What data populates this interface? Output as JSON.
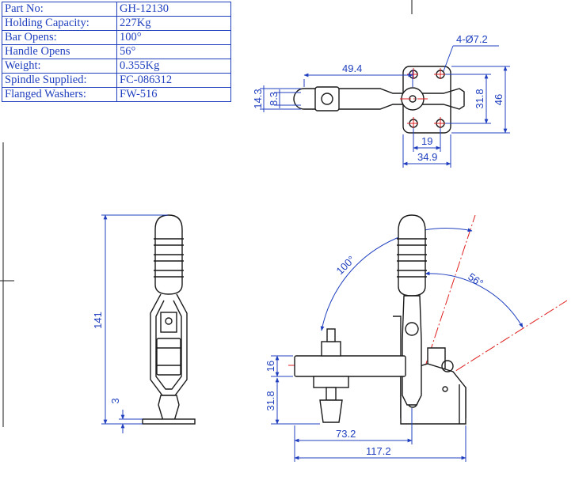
{
  "specs": [
    {
      "label": "Part No:",
      "value": "GH-12130"
    },
    {
      "label": "Holding Capacity:",
      "value": "227Kg"
    },
    {
      "label": "Bar Opens:",
      "value": "100°"
    },
    {
      "label": "Handle Opens",
      "value": "56°"
    },
    {
      "label": "Weight:",
      "value": "0.355Kg"
    },
    {
      "label": "Spindle Supplied:",
      "value": "FC-086312"
    },
    {
      "label": "Flanged Washers:",
      "value": "FW-516"
    }
  ],
  "dimensions": {
    "top_view": {
      "hole_callout": "4-Ø7.2",
      "bar_length": "49.4",
      "bar_width_outer": "14.3",
      "bar_width_inner": "8.3",
      "hole_spacing_vertical": "31.8",
      "base_height": "46",
      "hole_spacing_horizontal": "19",
      "base_width": "34.9"
    },
    "front_view": {
      "overall_height": "141",
      "base_thickness": "3"
    },
    "side_view": {
      "bar_opens_angle": "100°",
      "handle_opens_angle": "56°",
      "bar_height": "16",
      "spindle_height": "31.8",
      "reach": "73.2",
      "overall_length": "117.2"
    }
  },
  "colors": {
    "dimension": "#1f3fbf",
    "centerline": "#e02020",
    "outline": "#1a1a1a"
  }
}
